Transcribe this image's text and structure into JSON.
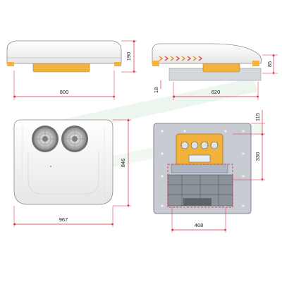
{
  "dimensions": {
    "side_view_length": "800",
    "side_view_height": "190",
    "end_view_height": "85",
    "end_view_mount_offset": "18",
    "end_view_width": "620",
    "top_view_depth": "846",
    "top_view_width": "967",
    "bottom_view_top_offset": "115",
    "bottom_view_opening_depth": "330",
    "bottom_view_opening_width": "468"
  },
  "colors": {
    "dimension_line": "#d9263a",
    "unit_body": "#f4f4f4",
    "unit_outline": "#9a9a9a",
    "base_plate": "#f2b33d",
    "mount_plate": "#c8ccd2",
    "watermark": "#cfe9d2",
    "arrow_orange": "#f08a24",
    "arrow_red": "#e0443a"
  },
  "icons": {
    "fan": "fan-icon",
    "ventilation_arrows": "chevron-right-icon"
  }
}
